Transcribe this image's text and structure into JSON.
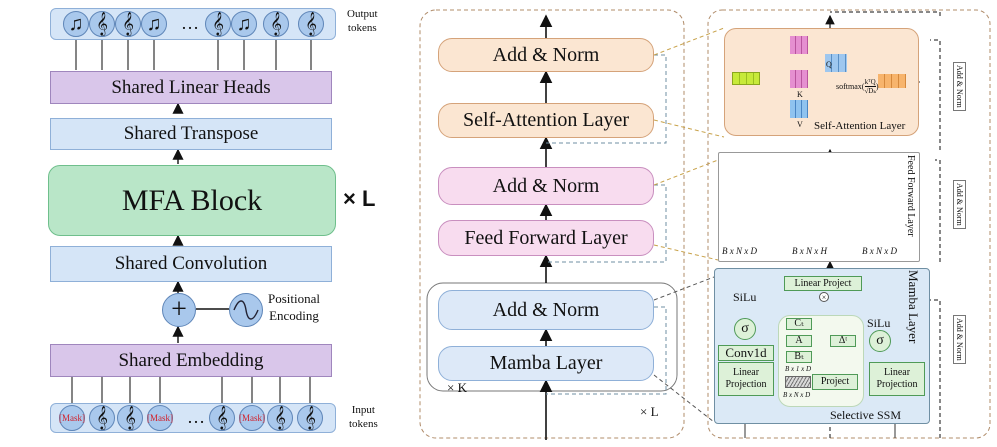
{
  "left": {
    "output_tokens_label": [
      "Output",
      "tokens"
    ],
    "input_tokens_label": [
      "Input",
      "tokens"
    ],
    "ellipsis": "…",
    "mask": "[Mask]",
    "shared_linear_heads": "Shared Linear Heads",
    "shared_transpose": "Shared Transpose",
    "mfa_block": "MFA Block",
    "times_l": "× L",
    "shared_convolution": "Shared Convolution",
    "positional_encoding": [
      "Positional",
      "Encoding"
    ],
    "shared_embedding": "Shared Embedding"
  },
  "middle": {
    "add_norm_top": "Add & Norm",
    "self_attention": "Self-Attention Layer",
    "add_norm_mid": "Add & Norm",
    "feed_forward": "Feed Forward Layer",
    "add_norm_low": "Add & Norm",
    "mamba_layer": "Mamba Layer",
    "times_k": "× K",
    "times_l": "× L"
  },
  "right": {
    "attention": {
      "q": "Q",
      "k": "K",
      "v": "V",
      "softmax": "softmax(",
      "formula_num": "kᵀQ",
      "formula_den": "√Dₖ",
      "title": "Self-Attention Layer",
      "side": "Add & Norm"
    },
    "ffn": {
      "title": "Feed Forward Layer",
      "dims": [
        "B x N x D",
        "B x N x H",
        "B x N x D"
      ],
      "side": "Add & Norm"
    },
    "mamba": {
      "title": "Mamba Layer",
      "linear_project": "Linear Project",
      "silu_left": "SiLu",
      "silu_right": "SiLu",
      "sigma": "σ",
      "conv1d": "Conv1d",
      "linear_projection": "Linear Projection",
      "c_t": "Cₜ",
      "a": "A",
      "b_t": "Bₜ",
      "delta": "Δᵗ",
      "bxlxd": "B x 1 x D",
      "bxnxd": "B x N x D",
      "project": "Project",
      "selective_ssm": "Selective SSM",
      "side": "Add & Norm"
    }
  }
}
